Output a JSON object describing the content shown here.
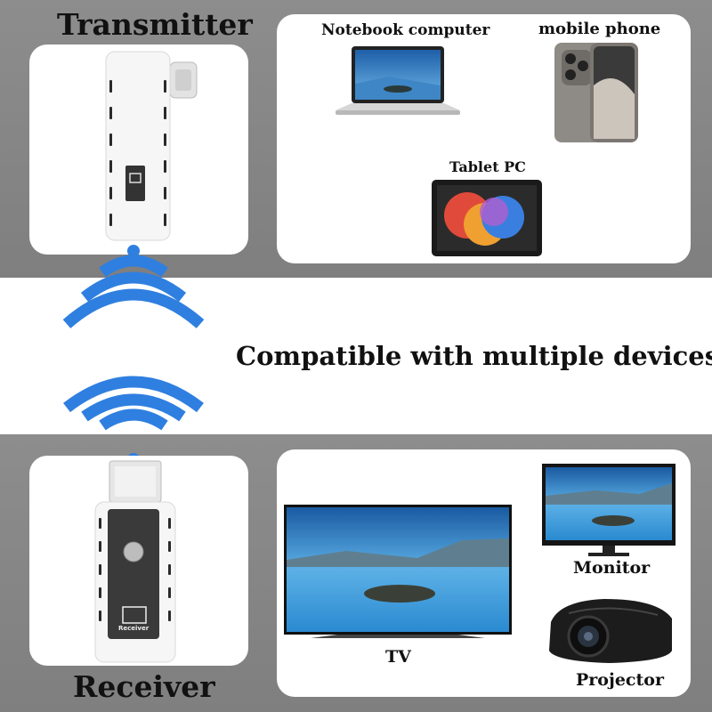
{
  "transmitter": {
    "title": "Transmitter"
  },
  "receiver": {
    "title": "Receiver",
    "body_text": "Receiver"
  },
  "tagline": "Compatible with multiple devices",
  "source_devices": [
    {
      "label": "Notebook computer"
    },
    {
      "label": "mobile phone"
    },
    {
      "label": "Tablet PC"
    }
  ],
  "display_devices": [
    {
      "label": "TV"
    },
    {
      "label": "Monitor"
    },
    {
      "label": "Projector"
    }
  ],
  "colors": {
    "signal_blue": "#2f7fe0",
    "band_gray": "#8a8a8a",
    "screen_blue": "#2e86d6"
  },
  "icons": [
    "wifi-signal-icon",
    "screen-icon"
  ]
}
